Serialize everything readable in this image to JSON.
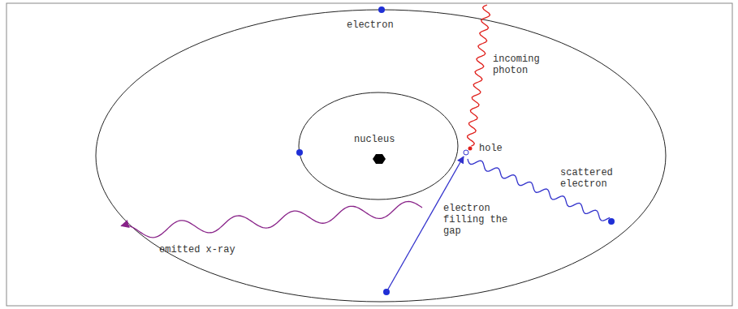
{
  "diagram": {
    "labels": [
      "electron",
      "incoming photon",
      "nucleus",
      "hole",
      "scattered electron",
      "emitted x-ray",
      "electron filling the gap"
    ]
  }
}
